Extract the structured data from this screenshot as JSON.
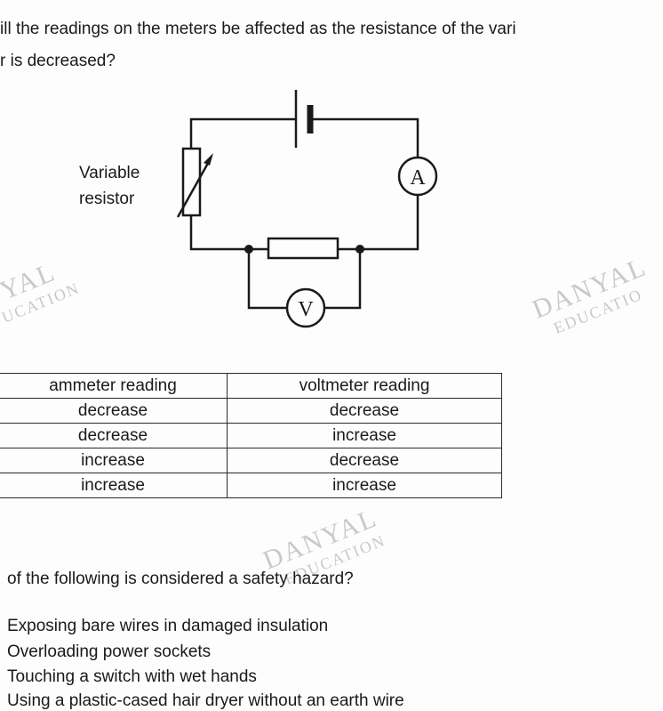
{
  "question": {
    "line1": "ill the readings on the meters be affected as the resistance of the vari",
    "line2": "r is decreased?"
  },
  "circuit": {
    "resistor_label_line1": "Variable",
    "resistor_label_line2": "resistor",
    "ammeter_symbol": "A",
    "voltmeter_symbol": "V"
  },
  "table": {
    "headers": [
      "ammeter reading",
      "voltmeter reading"
    ],
    "rows": [
      [
        "decrease",
        "decrease"
      ],
      [
        "decrease",
        "increase"
      ],
      [
        "increase",
        "decrease"
      ],
      [
        "increase",
        "increase"
      ]
    ]
  },
  "watermarks": [
    {
      "main": "NYAL",
      "sub": "UCATION"
    },
    {
      "main": "DANYAL",
      "sub": "EDUCATIO"
    },
    {
      "main": "DANYAL",
      "sub": "EDUCATION"
    }
  ],
  "question2": {
    "stem": "of the following is considered a safety hazard?",
    "options": [
      "Exposing bare wires in damaged insulation",
      "Overloading power sockets",
      "Touching a switch with wet hands",
      "Using a plastic-cased hair dryer without an earth wire"
    ]
  }
}
